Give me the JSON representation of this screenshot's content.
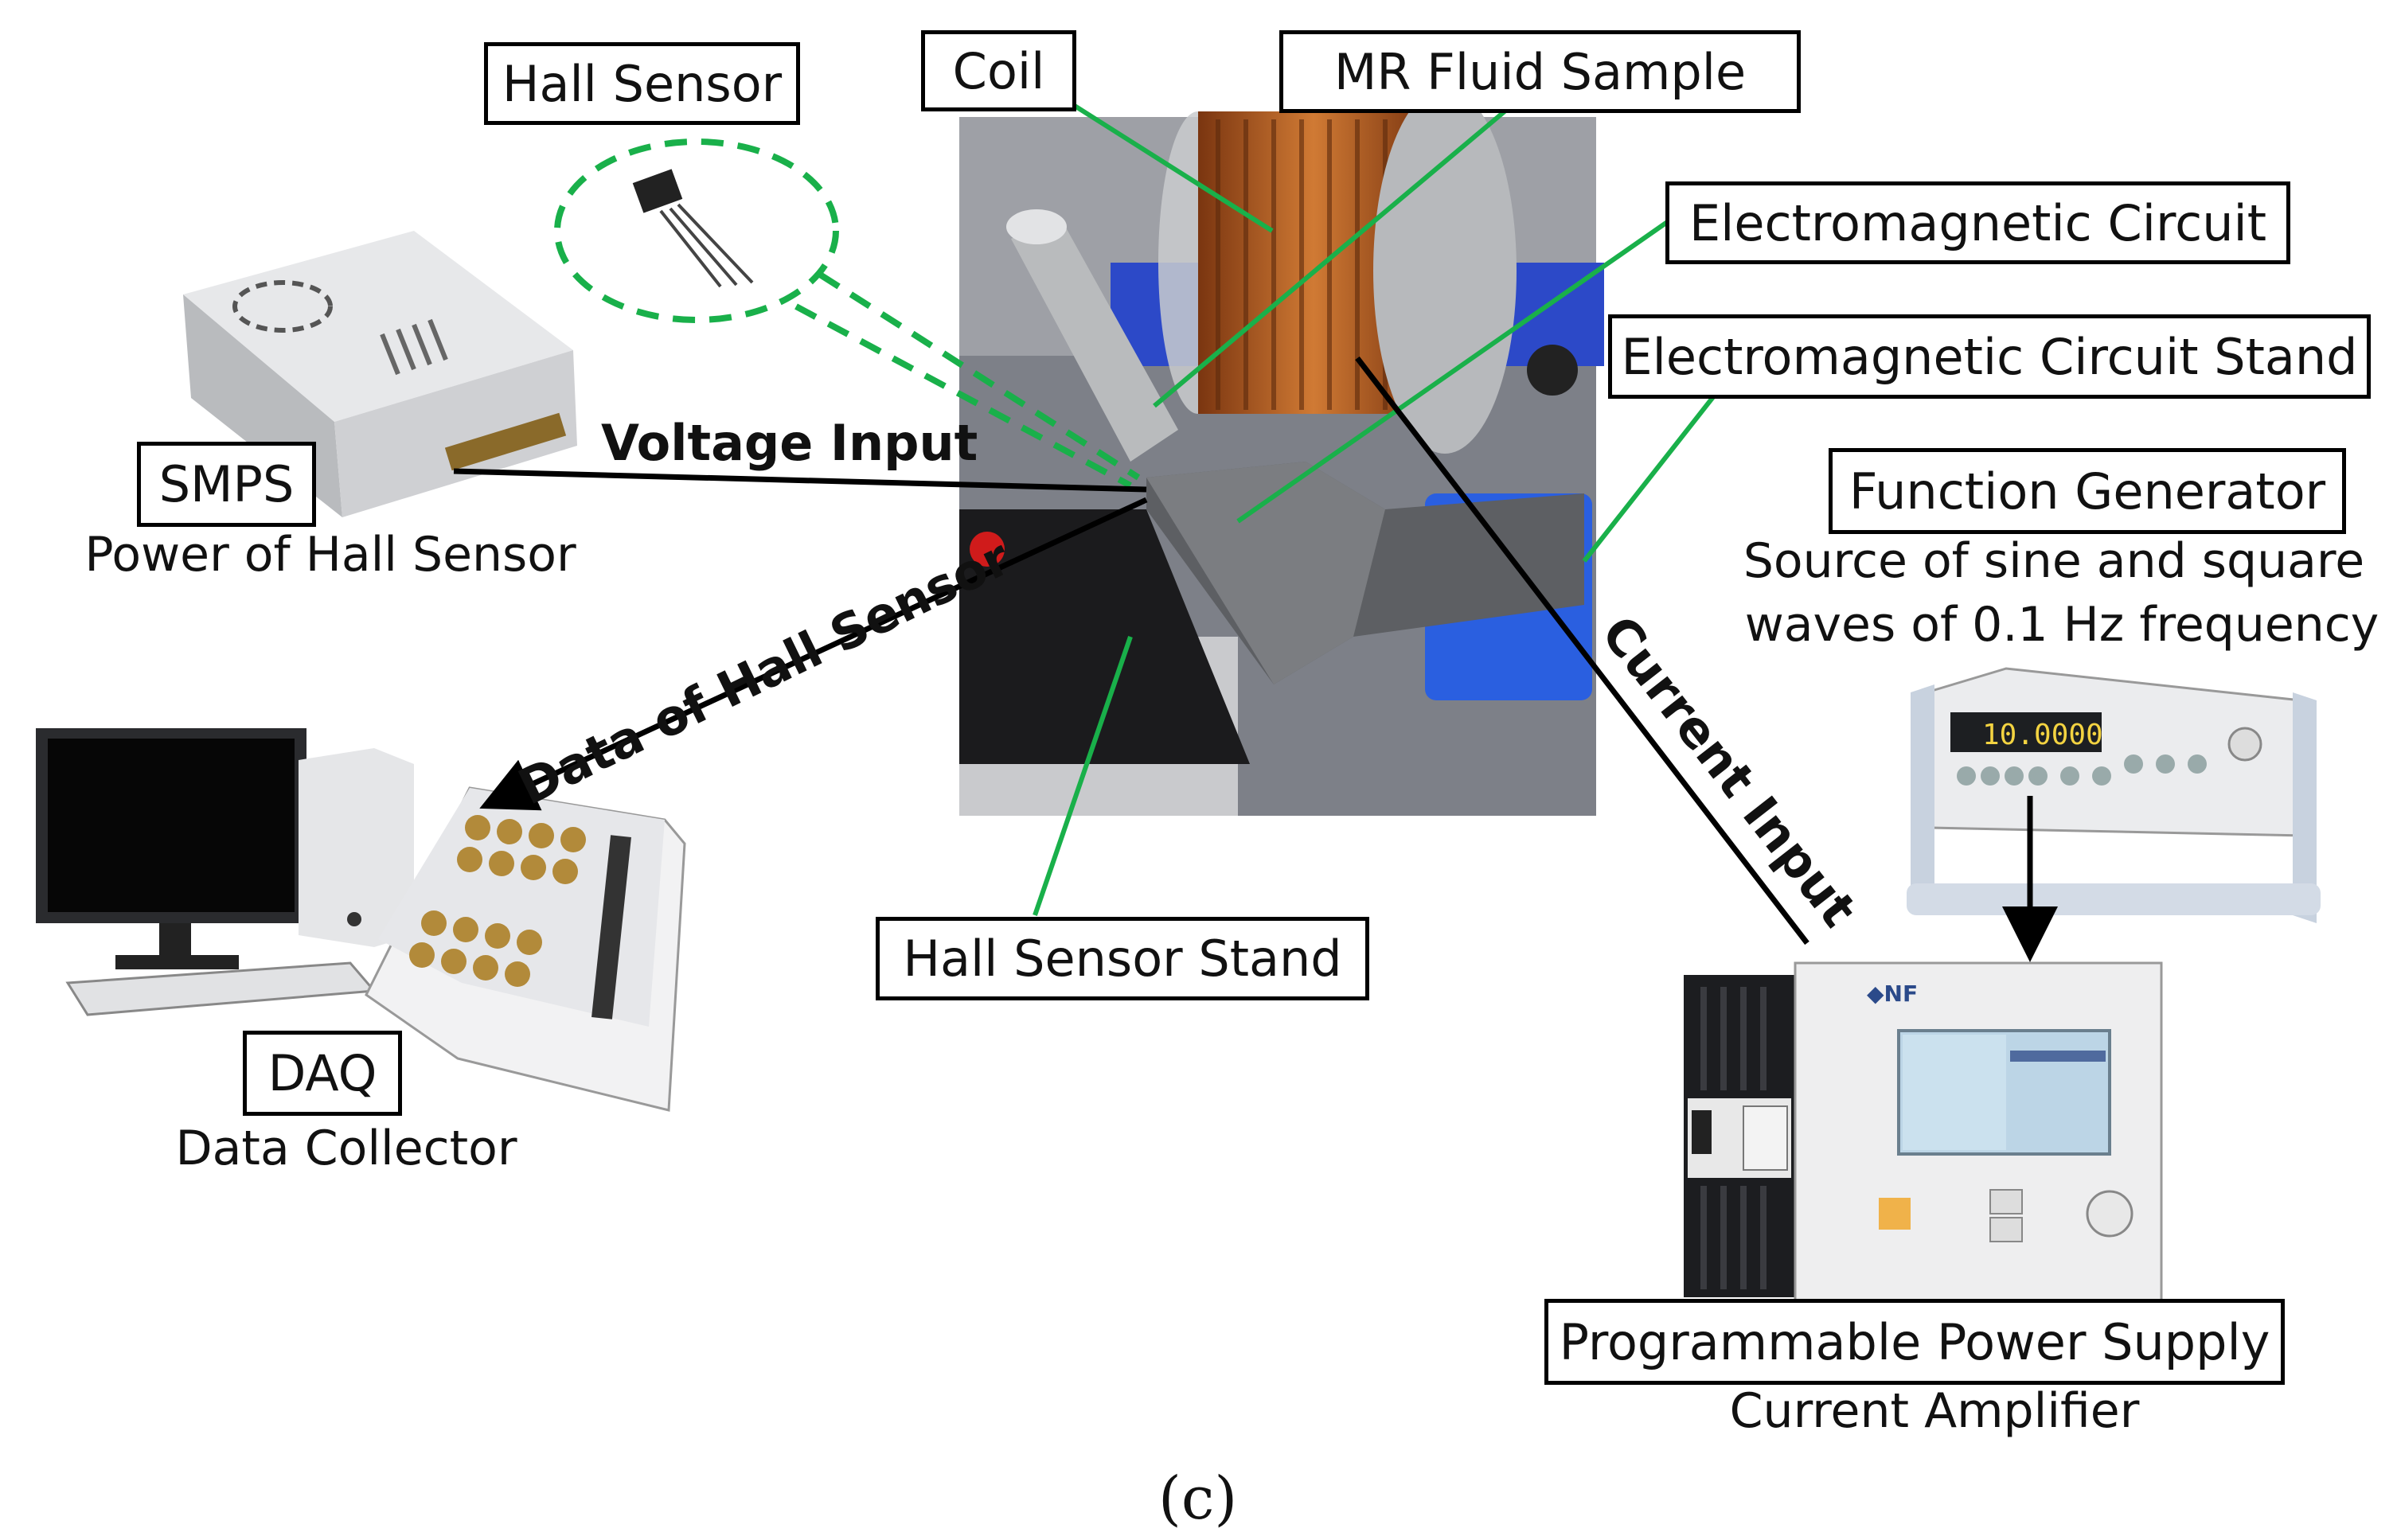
{
  "labels": {
    "hall_sensor": "Hall Sensor",
    "coil": "Coil",
    "mr_fluid_sample": "MR Fluid Sample",
    "electromagnetic_circuit": "Electromagnetic Circuit",
    "electromagnetic_circuit_stand": "Electromagnetic Circuit Stand",
    "smps": "SMPS",
    "function_generator": "Function Generator",
    "hall_sensor_stand": "Hall Sensor Stand",
    "daq": "DAQ",
    "programmable_power_supply": "Programmable Power Supply"
  },
  "captions": {
    "smps": "Power of Hall Sensor",
    "function_generator_line1": "Source of sine and square",
    "function_generator_line2": "waves of 0.1 Hz frequency",
    "daq": "Data Collector",
    "programmable_power_supply": "Current Amplifier"
  },
  "arrows": {
    "voltage_input": "Voltage Input",
    "data_of_hall_sensor": "Data of Hall Sensor",
    "current_input": "Current Input"
  },
  "figure_label": "(c)",
  "colors": {
    "leader_green": "#19b04a",
    "arrow_black": "#000000",
    "coil_copper": "#b5621f"
  }
}
